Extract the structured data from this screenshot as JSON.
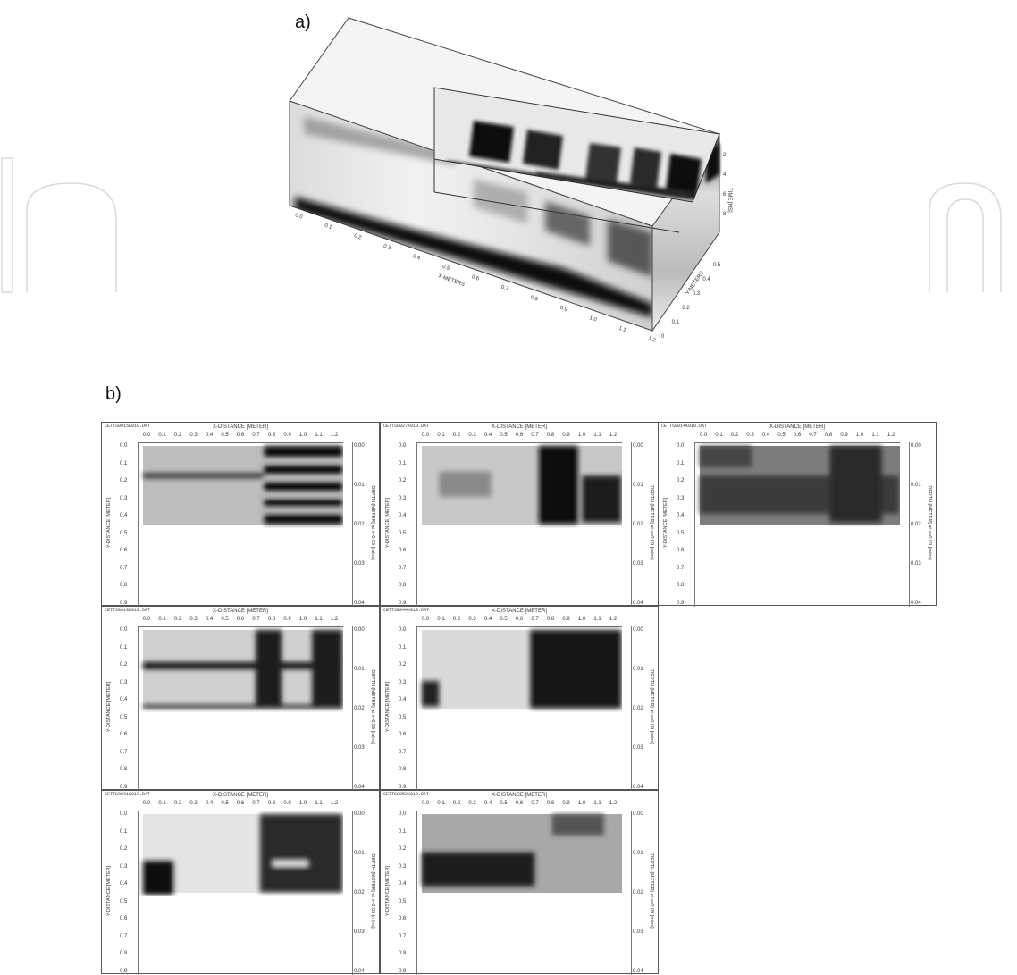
{
  "figure": {
    "panel_a_label": "a)",
    "panel_b_label": "b)"
  },
  "panel_a": {
    "axis_labels": {
      "x": "X-METERS",
      "y": "Y-METERS",
      "time": "TIME [NS]"
    },
    "x_ticks": [
      "0.0",
      "0.1",
      "0.2",
      "0.3",
      "0.4",
      "0.5",
      "0.6",
      "0.7",
      "0.8",
      "0.9",
      "1.0",
      "1.1",
      "1.2"
    ],
    "y_ticks": [
      "0",
      "0.1",
      "0.2",
      "0.3",
      "0.4",
      "0.5"
    ],
    "time_ticks": [
      "2",
      "4",
      "6",
      "8"
    ]
  },
  "panel_b": {
    "x_axis_title": "X-DISTANCE [METER]",
    "y_axis_title": "Y-DISTANCE [METER]",
    "right_axis_title": "DEPTH [METER] at v=0.09 [m/ns]",
    "x_ticks": [
      "0.0",
      "0.1",
      "0.2",
      "0.3",
      "0.4",
      "0.5",
      "0.6",
      "0.7",
      "0.8",
      "0.9",
      "1.0",
      "1.1",
      "1.2"
    ],
    "y_ticks": [
      "0.0",
      "0.1",
      "0.2",
      "0.3",
      "0.4",
      "0.5",
      "0.6",
      "0.7",
      "0.8",
      "0.9"
    ],
    "depth_ticks": [
      "0.00",
      "0.01",
      "0.02",
      "0.03",
      "0.04"
    ],
    "slices": [
      {
        "file_name": "CETTS0015K010.DAT"
      },
      {
        "file_name": "CETTS0027K010.DAT"
      },
      {
        "file_name": "CETTS0014K010.DAT"
      },
      {
        "file_name": "CETTS0010K010.DAT"
      },
      {
        "file_name": "CETTS0044K010.DAT"
      },
      {
        "file_name": "CETTS0031K010.DAT"
      },
      {
        "file_name": "CETTS0052K010.DAT"
      }
    ]
  }
}
